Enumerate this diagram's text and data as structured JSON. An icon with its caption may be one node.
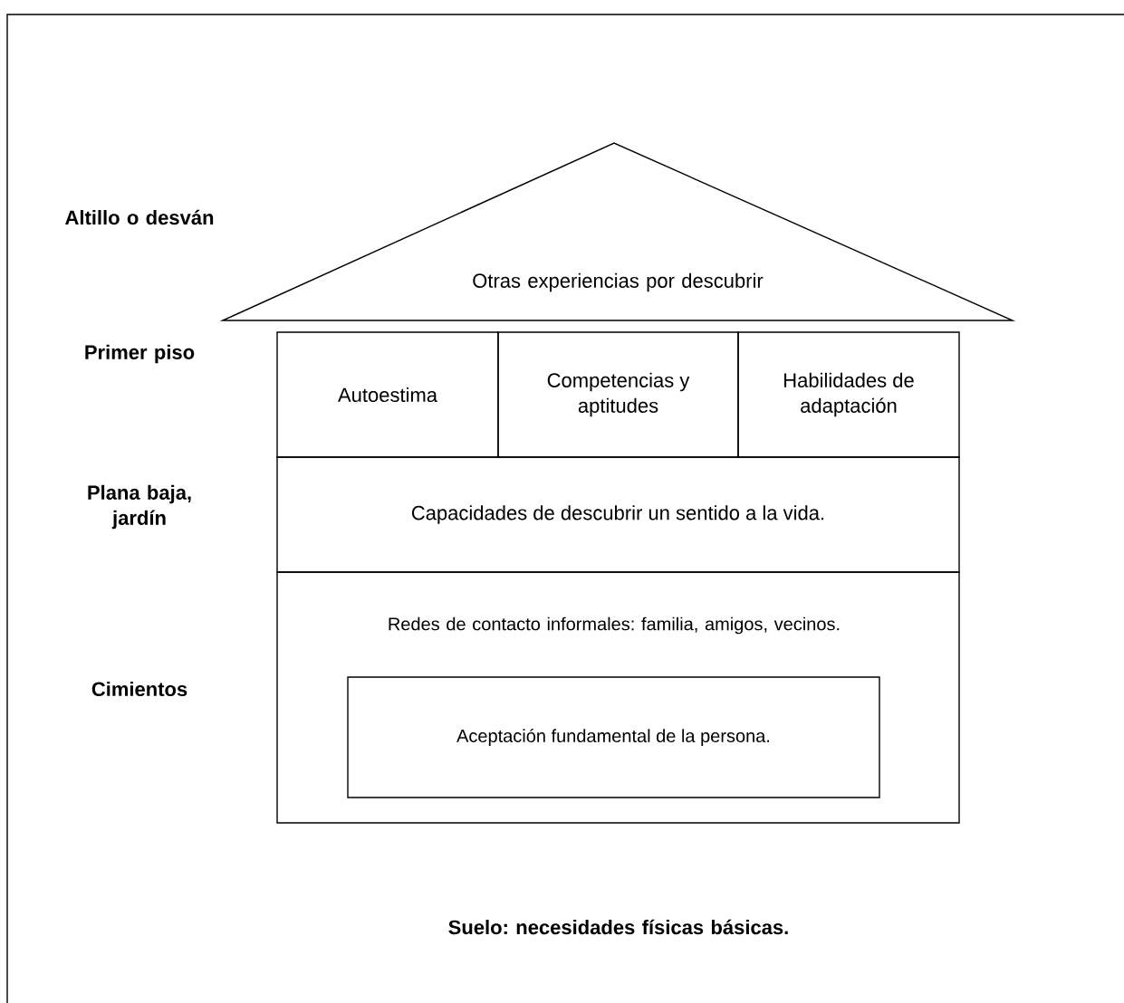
{
  "diagram": {
    "nodes": [
      {
        "text": [
          "Otras experiencias por descubrir"
        ]
      },
      {
        "text": [
          "Autoestima"
        ]
      },
      {
        "text": [
          "Competencias y aptitudes"
        ]
      },
      {
        "text": [
          "Habilidades de adaptación"
        ]
      },
      {
        "text": [
          "Capacidades de descubrir un sentido a la vida."
        ]
      },
      {
        "text": [
          "Redes de contacto informales: familia, amigos, vecinos."
        ]
      },
      {
        "text": [
          "Aceptación fundamental de la persona."
        ],
        "in": 5
      }
    ],
    "edges": [],
    "labels": [
      "Altillo o desván",
      "Primer piso",
      "Plana baja, jardín",
      "Cimientos",
      "Suelo: necesidades físicas básicas."
    ]
  }
}
